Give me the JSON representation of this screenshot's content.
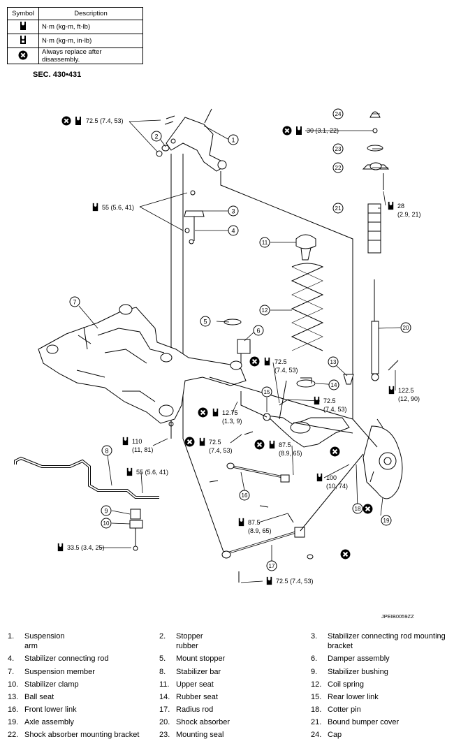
{
  "legend": {
    "headers": {
      "symbol": "Symbol",
      "description": "Description"
    },
    "rows": [
      {
        "icon": "torque-wrench-icon",
        "description": "N·m (kg-m, ft-lb)"
      },
      {
        "icon": "torque-wrench-small-icon",
        "description": "N·m (kg-m, in-lb)"
      },
      {
        "icon": "replace-x-icon",
        "description": "Always replace after disassembly."
      }
    ]
  },
  "section": "SEC. 430•431",
  "torques": [
    {
      "id": "t1",
      "value": "72.5 (7.4, 53)"
    },
    {
      "id": "t2",
      "value": "55 (5.6, 41)"
    },
    {
      "id": "t3",
      "value": "30 (3.1, 22)"
    },
    {
      "id": "t4a",
      "value": "28"
    },
    {
      "id": "t4b",
      "value": "(2.9, 21)"
    },
    {
      "id": "t5a",
      "value": "72.5"
    },
    {
      "id": "t5b",
      "value": "(7.4, 53)"
    },
    {
      "id": "t6a",
      "value": "122.5"
    },
    {
      "id": "t6b",
      "value": "(12, 90)"
    },
    {
      "id": "t7a",
      "value": "72.5"
    },
    {
      "id": "t7b",
      "value": "(7.4, 53)"
    },
    {
      "id": "t8a",
      "value": "12.75"
    },
    {
      "id": "t8b",
      "value": "(1.3, 9)"
    },
    {
      "id": "t9a",
      "value": "110"
    },
    {
      "id": "t9b",
      "value": "(11, 81)"
    },
    {
      "id": "t10a",
      "value": "72.5"
    },
    {
      "id": "t10b",
      "value": "(7.4, 53)"
    },
    {
      "id": "t11a",
      "value": "87.5"
    },
    {
      "id": "t11b",
      "value": "(8.9, 65)"
    },
    {
      "id": "t12",
      "value": "55 (5.6, 41)"
    },
    {
      "id": "t13a",
      "value": "100"
    },
    {
      "id": "t13b",
      "value": "(10, 74)"
    },
    {
      "id": "t14a",
      "value": "87.5"
    },
    {
      "id": "t14b",
      "value": "(8.9, 65)"
    },
    {
      "id": "t15",
      "value": "33.5 (3.4, 25)"
    },
    {
      "id": "t16",
      "value": "72.5 (7.4, 53)"
    }
  ],
  "callouts": [
    "1",
    "2",
    "3",
    "4",
    "5",
    "6",
    "7",
    "8",
    "9",
    "10",
    "11",
    "12",
    "13",
    "14",
    "15",
    "16",
    "17",
    "18",
    "19",
    "20",
    "21",
    "22",
    "23",
    "24"
  ],
  "figure_code": "JPEIB0059ZZ",
  "parts": [
    {
      "num": "1.",
      "name": "Suspension arm"
    },
    {
      "num": "2.",
      "name": "Stopper rubber"
    },
    {
      "num": "3.",
      "name": "Stabilizer connecting rod mounting bracket"
    },
    {
      "num": "4.",
      "name": "Stabilizer connecting rod"
    },
    {
      "num": "5.",
      "name": "Mount stopper"
    },
    {
      "num": "6.",
      "name": "Damper assembly"
    },
    {
      "num": "7.",
      "name": "Suspension member"
    },
    {
      "num": "8.",
      "name": "Stabilizer bar"
    },
    {
      "num": "9.",
      "name": "Stabilizer bushing"
    },
    {
      "num": "10.",
      "name": "Stabilizer clamp"
    },
    {
      "num": "11.",
      "name": "Upper seat"
    },
    {
      "num": "12.",
      "name": "Coil spring"
    },
    {
      "num": "13.",
      "name": "Ball seat"
    },
    {
      "num": "14.",
      "name": "Rubber seat"
    },
    {
      "num": "15.",
      "name": "Rear lower link"
    },
    {
      "num": "16.",
      "name": "Front lower link"
    },
    {
      "num": "17.",
      "name": "Radius rod"
    },
    {
      "num": "18.",
      "name": "Cotter pin"
    },
    {
      "num": "19.",
      "name": "Axle assembly"
    },
    {
      "num": "20.",
      "name": "Shock absorber"
    },
    {
      "num": "21.",
      "name": "Bound bumper cover"
    },
    {
      "num": "22.",
      "name": "Shock absorber mounting bracket"
    },
    {
      "num": "23.",
      "name": "Mounting seal"
    },
    {
      "num": "24.",
      "name": "Cap"
    }
  ]
}
